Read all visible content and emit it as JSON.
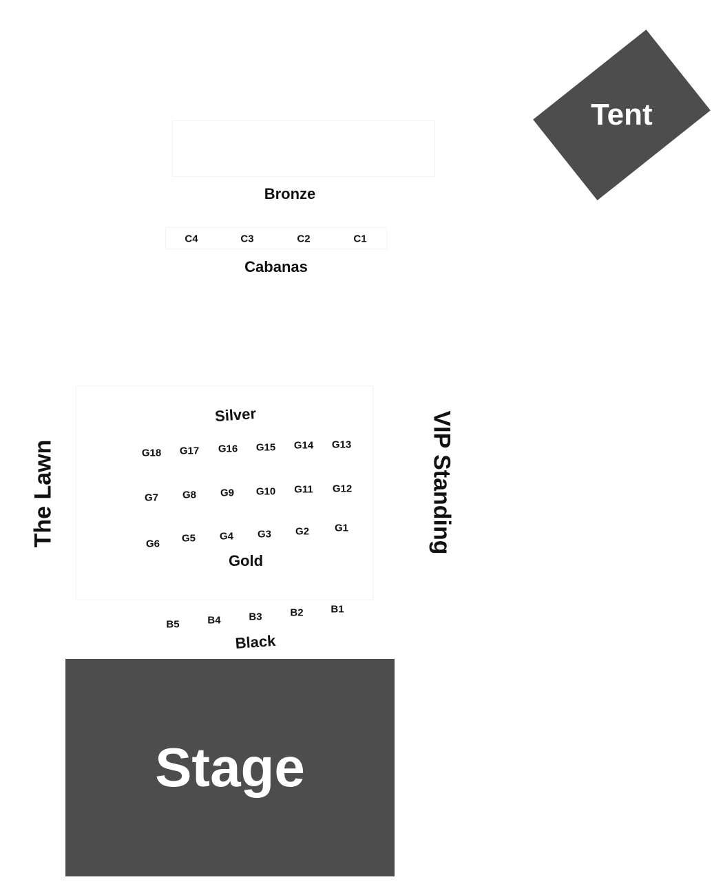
{
  "blocks": {
    "stage": "Stage",
    "tent": "Tent"
  },
  "sections": {
    "bronze": "Bronze",
    "cabanas": "Cabanas",
    "silver": "Silver",
    "gold": "Gold",
    "black": "Black",
    "lawn": "The Lawn",
    "vip": "VIP Standing"
  },
  "cabanas": [
    "C4",
    "C3",
    "C2",
    "C1"
  ],
  "gold_rows": {
    "top": [
      "G18",
      "G17",
      "G16",
      "G15",
      "G14",
      "G13"
    ],
    "middle": [
      "G7",
      "G8",
      "G9",
      "G10",
      "G11",
      "G12"
    ],
    "bottom": [
      "G6",
      "G5",
      "G4",
      "G3",
      "G2",
      "G1"
    ]
  },
  "black_tables": [
    "B5",
    "B4",
    "B3",
    "B2",
    "B1"
  ],
  "colors": {
    "block_fill": "#4d4d4d",
    "block_text": "#ffffff",
    "label_text": "#111111",
    "background": "#ffffff"
  }
}
